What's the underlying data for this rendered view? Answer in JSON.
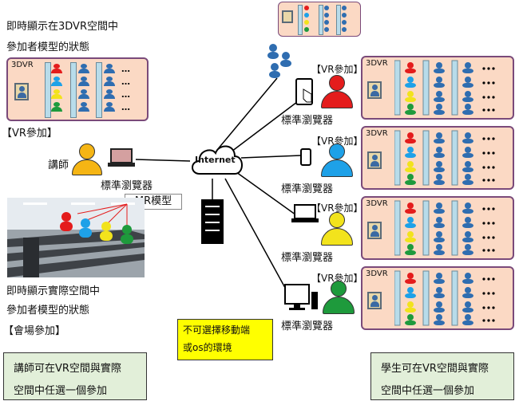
{
  "left_top": {
    "line1": "即時顯示在3DVR空間中",
    "line2": "參加者模型的狀態",
    "vr_join": "【VR參加】",
    "panel_label": "3DVR"
  },
  "lecturer": {
    "label": "講師",
    "browser": "標準瀏覽器",
    "mr_model": "MR模型"
  },
  "left_bottom": {
    "line1": "即時顯示實際空間中",
    "line2": "參加者模型的狀態",
    "venue_join": "【會場參加】"
  },
  "network": {
    "internet": "Internet"
  },
  "right_rows": [
    {
      "vr_join": "【VR參加】",
      "browser": "標準瀏覽器",
      "device": "tablet",
      "color": "#e41c1c",
      "panel_label": "3DVR"
    },
    {
      "vr_join": "【VR參加】",
      "browser": "標準瀏覽器",
      "device": "smartphone",
      "color": "#1ea1e8",
      "panel_label": "3DVR"
    },
    {
      "vr_join": "【VR參加】",
      "browser": "標準瀏覽器",
      "device": "laptop",
      "color": "#f2e31c",
      "panel_label": "3DVR"
    },
    {
      "vr_join": "【VR參加】",
      "browser": "標準瀏覽器",
      "device": "desktop-pc",
      "color": "#1e9a3c",
      "panel_label": "3DVR"
    }
  ],
  "notes": {
    "yellow_line1": "不可選擇移動端",
    "yellow_line2": "或os的環境",
    "left_green_line1": "講師可在VR空間與實際",
    "left_green_line2": "空間中任選一個參加",
    "right_green_line1": "學生可在VR空間與實際",
    "right_green_line2": "空間中任選一個參加"
  },
  "colors": {
    "panel_fill": "#fbd9c4",
    "panel_border": "#7a4a7a",
    "lecturer": "#f5b514",
    "participant_blue": "#2f6db0",
    "red": "#e41c1c",
    "cyan": "#1ea1e8",
    "yellow": "#f2e31c",
    "green": "#1e9a3c"
  }
}
